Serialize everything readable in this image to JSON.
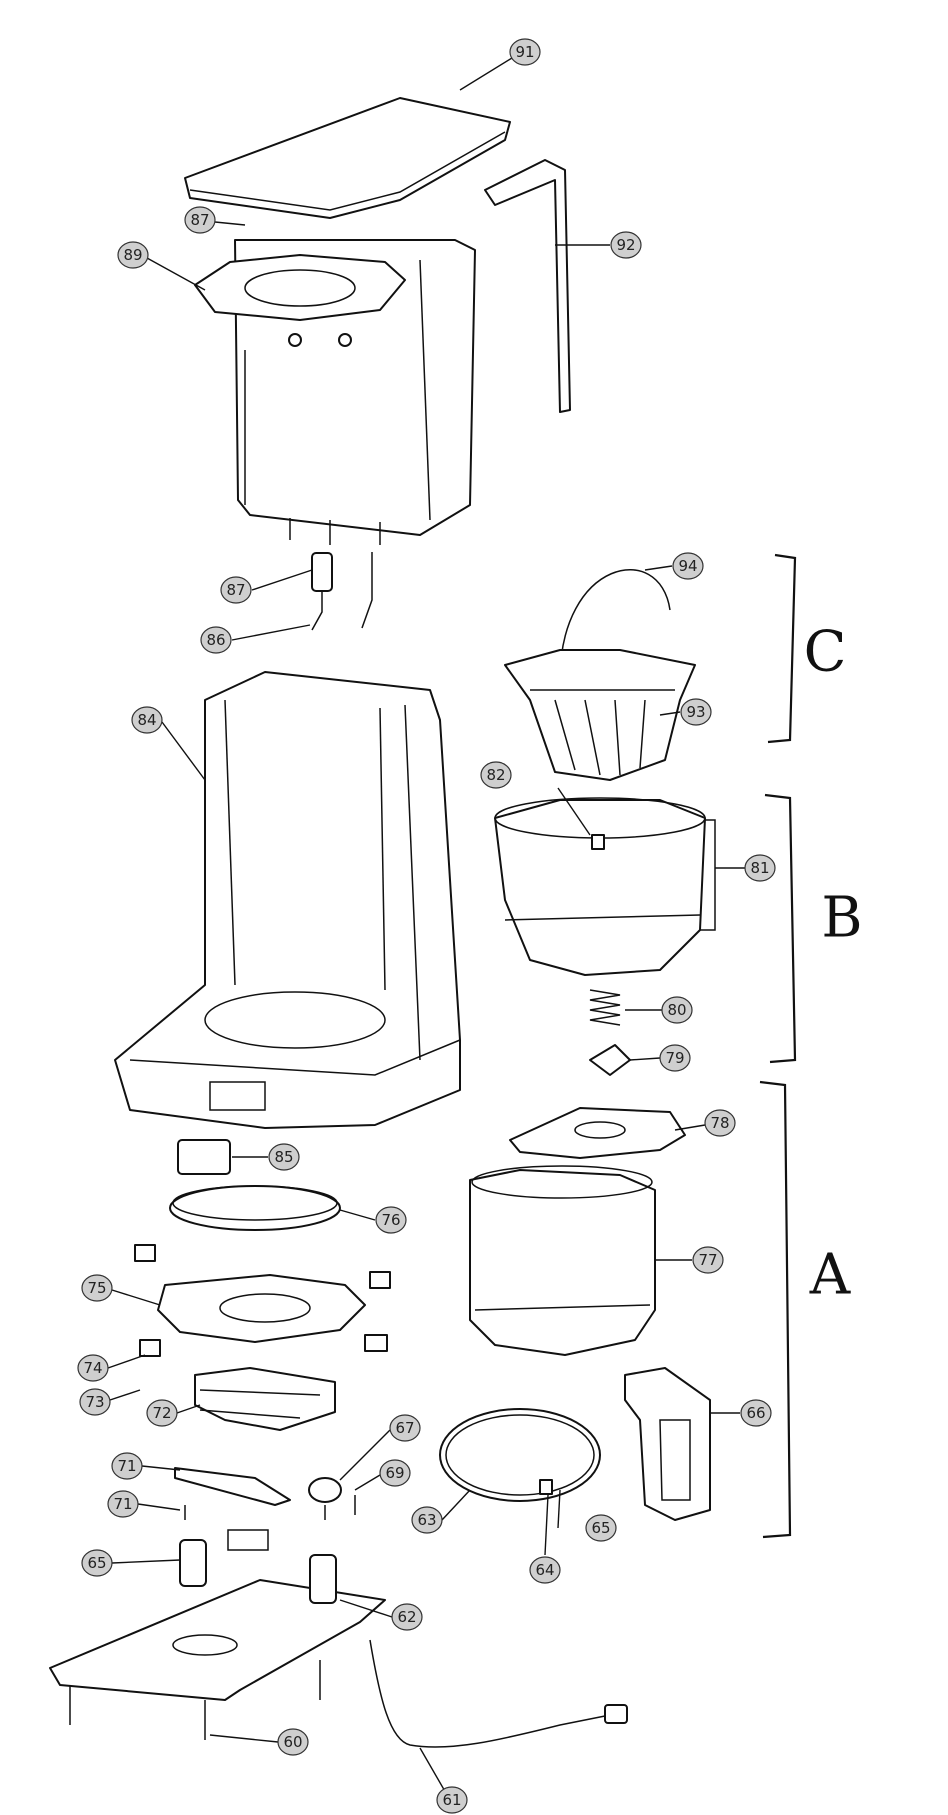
{
  "figure": {
    "type": "exploded-assembly-drawing",
    "subject": "coffee maker",
    "style": "black line art on white"
  },
  "groups": [
    {
      "id": "A",
      "label": "A"
    },
    {
      "id": "B",
      "label": "B"
    },
    {
      "id": "C",
      "label": "C"
    }
  ],
  "callouts": [
    {
      "id": "c91",
      "label": "91",
      "part": "lid"
    },
    {
      "id": "c92",
      "label": "92",
      "part": "water tube"
    },
    {
      "id": "c87",
      "label": "87",
      "part": "tank top rim"
    },
    {
      "id": "c89",
      "label": "89",
      "part": "shower head plate"
    },
    {
      "id": "c87b",
      "label": "87",
      "part": "check valve"
    },
    {
      "id": "c86",
      "label": "86",
      "part": "hose clip"
    },
    {
      "id": "c94",
      "label": "94",
      "part": "filter handle"
    },
    {
      "id": "c93",
      "label": "93",
      "part": "filter basket"
    },
    {
      "id": "c84",
      "label": "84",
      "part": "housing"
    },
    {
      "id": "c82",
      "label": "82",
      "part": "drip stop"
    },
    {
      "id": "c81",
      "label": "81",
      "part": "filter holder"
    },
    {
      "id": "c80",
      "label": "80",
      "part": "spring"
    },
    {
      "id": "c79",
      "label": "79",
      "part": "valve seal"
    },
    {
      "id": "c78",
      "label": "78",
      "part": "carafe lid"
    },
    {
      "id": "c85",
      "label": "85",
      "part": "switch"
    },
    {
      "id": "c76",
      "label": "76",
      "part": "seal ring"
    },
    {
      "id": "c77",
      "label": "77",
      "part": "carafe"
    },
    {
      "id": "c75",
      "label": "75",
      "part": "warming plate"
    },
    {
      "id": "c74",
      "label": "74",
      "part": "clip"
    },
    {
      "id": "c73",
      "label": "73",
      "part": "screw"
    },
    {
      "id": "c72",
      "label": "72",
      "part": "heating element"
    },
    {
      "id": "c66",
      "label": "66",
      "part": "carafe handle"
    },
    {
      "id": "c67",
      "label": "67",
      "part": "thermostat"
    },
    {
      "id": "c71a",
      "label": "71",
      "part": "bracket"
    },
    {
      "id": "c69",
      "label": "69",
      "part": "screw"
    },
    {
      "id": "c71b",
      "label": "71",
      "part": "screw"
    },
    {
      "id": "c63a",
      "label": "63",
      "part": "band"
    },
    {
      "id": "c65",
      "label": "65",
      "part": "clamp screw"
    },
    {
      "id": "c64",
      "label": "64",
      "part": "nut"
    },
    {
      "id": "c65b",
      "label": "65",
      "part": "post"
    },
    {
      "id": "c62",
      "label": "62",
      "part": "base plate"
    },
    {
      "id": "c60",
      "label": "60",
      "part": "foot screw"
    },
    {
      "id": "c61",
      "label": "61",
      "part": "power cord"
    }
  ]
}
